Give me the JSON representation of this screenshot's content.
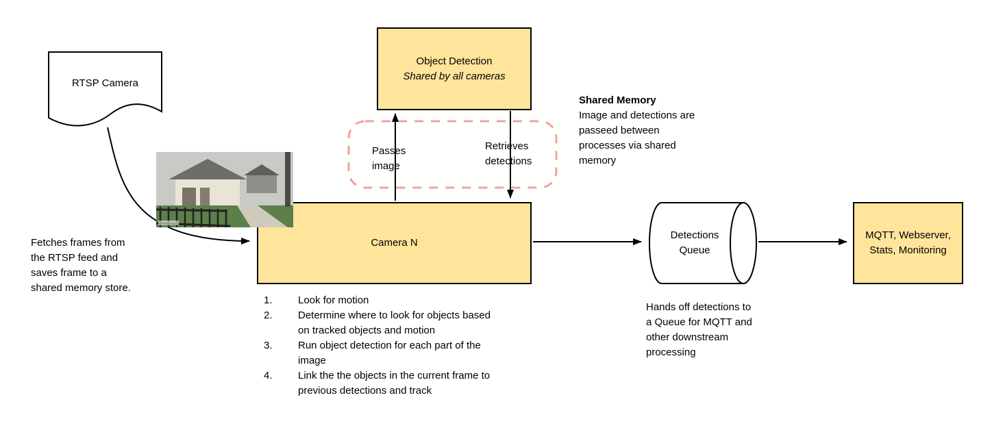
{
  "colors": {
    "node_fill": "#FFE59B",
    "node_border": "#000000",
    "dash": "#F5A09A",
    "arrow": "#000000"
  },
  "nodes": {
    "rtsp_camera": {
      "label": "RTSP Camera"
    },
    "object_detection": {
      "title": "Object Detection",
      "subtitle": "Shared by all cameras"
    },
    "camera_n": {
      "label": "Camera N"
    },
    "detections_queue": {
      "label": "Detections Queue"
    },
    "outputs": {
      "label": "MQTT, Webserver, Stats, Monitoring"
    }
  },
  "labels": {
    "passes_image": "Passes image",
    "retrieves_detections": "Retrieves detections",
    "shared_memory_title": "Shared Memory",
    "shared_memory_body": "Image and detections are passeed between processes via shared memory",
    "fetches_note": "Fetches frames from the RTSP feed and saves frame to a shared memory store.",
    "queue_note": "Hands off detections to a Queue for MQTT and other downstream processing"
  },
  "camera_steps": [
    {
      "num": "1.",
      "text": "Look for motion"
    },
    {
      "num": "2.",
      "text": "Determine where to look for objects based on tracked objects and motion"
    },
    {
      "num": "3.",
      "text": "Run object detection for each part of the image"
    },
    {
      "num": "4.",
      "text": "Link the the objects in the current frame to previous detections and track"
    }
  ]
}
